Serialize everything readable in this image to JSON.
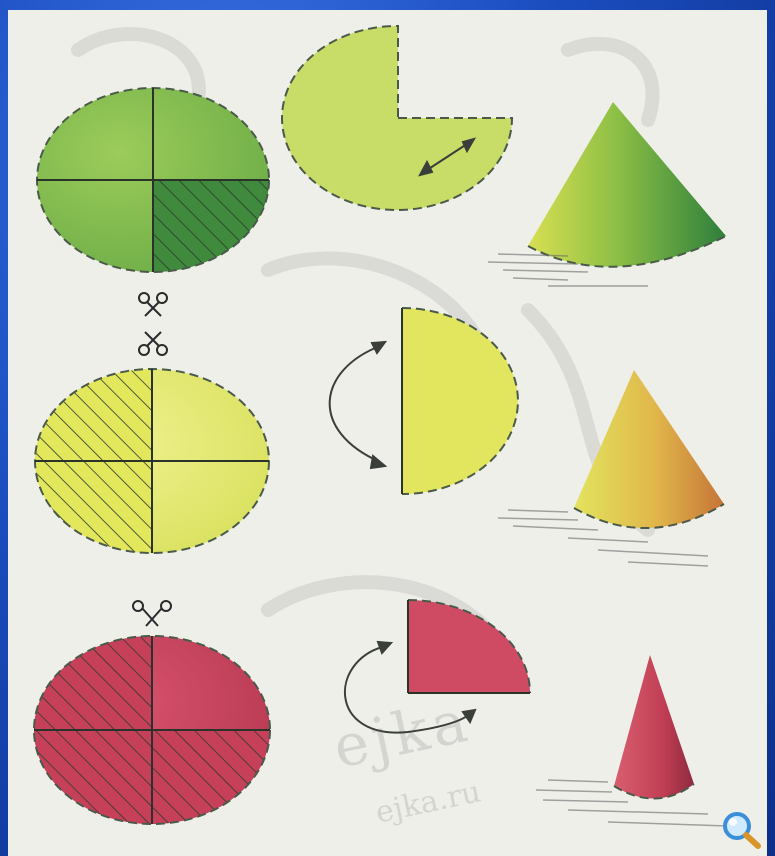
{
  "watermark": {
    "main": "ejka",
    "domain": "ejka.ru"
  },
  "colors": {
    "green": "#7fb84a",
    "green_dark": "#3e8c3c",
    "yellow": "#dfe86a",
    "yellow_light": "#ecef8c",
    "red": "#c8415b",
    "red_dark": "#a8304a",
    "outline": "#4a5a4a",
    "arrow": "#3a3f3a",
    "background": "#efefea",
    "frame": "#1b4dbf"
  },
  "icons": [
    "scissors-icon",
    "arrow-icon",
    "magnifier-icon"
  ],
  "rows": [
    {
      "color": "green",
      "cut_fraction": 0.25,
      "cone": "wide"
    },
    {
      "color": "yellow",
      "cut_fraction": 0.5,
      "cone": "medium"
    },
    {
      "color": "red",
      "cut_fraction": 0.75,
      "cone": "narrow"
    }
  ]
}
